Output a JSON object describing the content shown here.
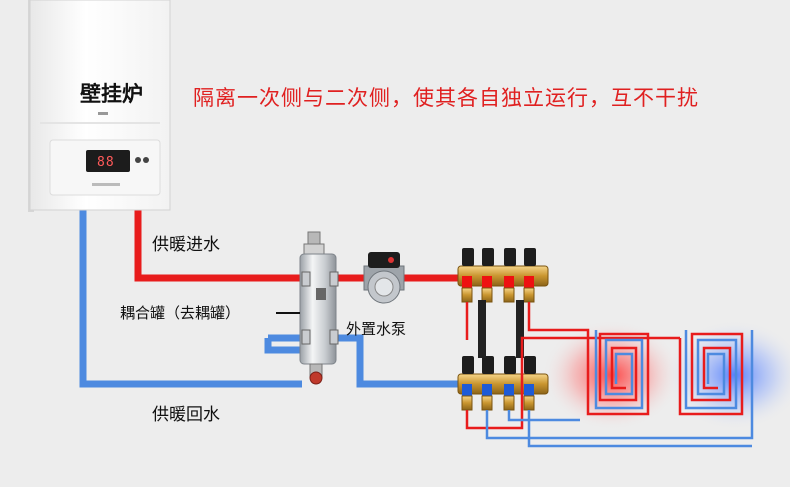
{
  "headline": "隔离一次侧与二次侧，使其各自独立运行，互不干扰",
  "boiler": {
    "name": "壁挂炉",
    "display": "88"
  },
  "labels": {
    "supply": "供暖进水",
    "return": "供暖回水",
    "coupling_tank": "耦合罐（去耦罐）",
    "pump": "外置水泵"
  },
  "colors": {
    "supply_pipe": "#e81c1c",
    "return_pipe": "#4d8ae0",
    "background": "#ededed",
    "headline": "#e02020"
  }
}
